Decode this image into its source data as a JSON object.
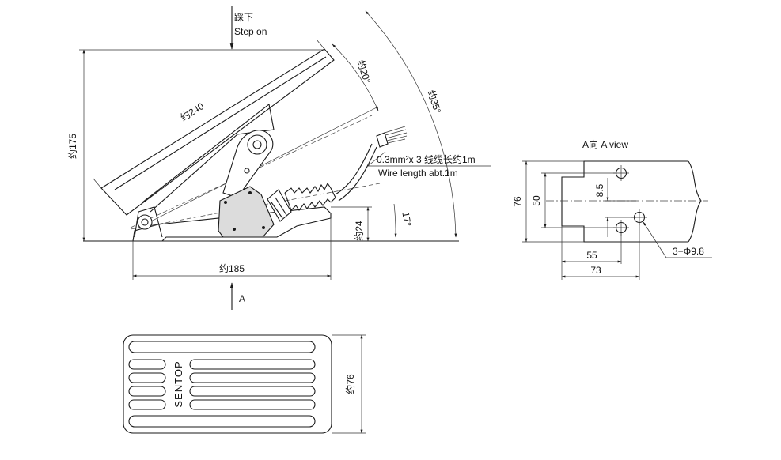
{
  "side_view": {
    "step_on_cn": "踩下",
    "step_on_en": "Step on",
    "dim_length": "约240",
    "dim_height": "约175",
    "dim_angle_20": "约20°",
    "dim_angle_35": "约35°",
    "dim_base_height": "约24",
    "dim_angle_17": "17°",
    "dim_base_length": "约185",
    "wire_spec_cn": "0.3mm²x 3  线缆长约1m",
    "wire_spec_en": "Wire length abt.1m",
    "view_arrow_label": "A"
  },
  "a_view": {
    "title": "A向  A view",
    "dim_76": "76",
    "dim_50": "50",
    "dim_8_5": "8.5",
    "dim_55": "55",
    "dim_73": "73",
    "hole_spec": "3−Φ9.8"
  },
  "top_view": {
    "brand": "SENTOP",
    "dim_width": "约76"
  }
}
